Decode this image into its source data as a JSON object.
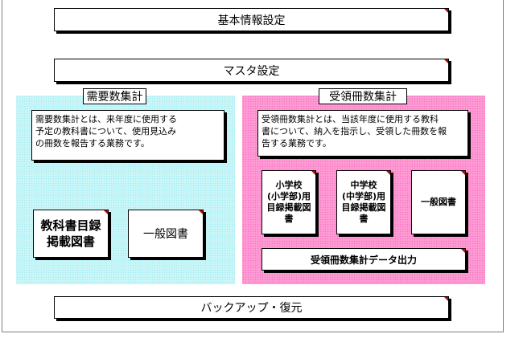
{
  "menu": {
    "basic_settings": "基本情報設定",
    "master_settings": "マスタ設定",
    "backup_restore": "バックアップ・復元"
  },
  "demand_panel": {
    "title": "需要数集計",
    "description": "需要数集計とは、来年度に使用する\n予定の教科書について、使用見込み\nの冊数を報告する業務です。",
    "textbook_catalog_button": "教科書目録\n掲載図書",
    "general_books_button": "一般図書",
    "background_color": "#c8f6f8"
  },
  "received_panel": {
    "title": "受領冊数集計",
    "description": "受領冊数集計とは、当該年度に使用する教科\n書について、納入を指示し、受領した冊数を報\n告する業務です。",
    "elementary_button": "小学校\n(小学部)用\n目録掲載図\n書",
    "middle_button": "中学校\n(中学部)用\n目録掲載図\n書",
    "general_books_button": "一般図書",
    "data_output_button": "受領冊数集計データ出力",
    "background_color": "#ff99d3"
  },
  "colors": {
    "corner_marker": "#c00000",
    "frame_border": "#7f7f7f"
  }
}
